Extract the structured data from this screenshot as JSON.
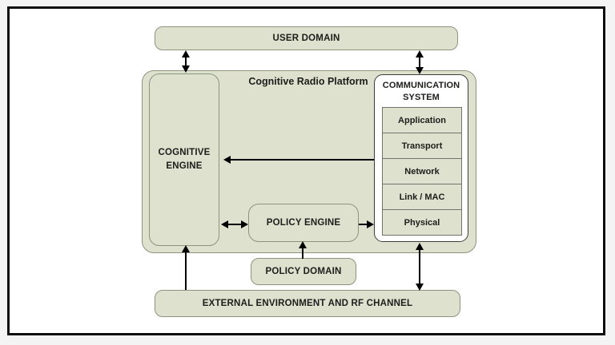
{
  "diagram": {
    "title_note": "",
    "user_domain_label": "USER DOMAIN",
    "platform_label": "Cognitive Radio Platform",
    "cognitive_engine_label": "COGNITIVE ENGINE",
    "communication_system_label": "COMMUNICATION SYSTEM",
    "layers": [
      "Application",
      "Transport",
      "Network",
      "Link / MAC",
      "Physical"
    ],
    "policy_engine_label": "POLICY ENGINE",
    "policy_domain_label": "POLICY DOMAIN",
    "external_environment_label": "EXTERNAL ENVIRONMENT AND RF CHANNEL",
    "colors": {
      "box_fill": "#dde1ce",
      "box_border": "#8d947e",
      "white_box_border": "#3c3c3c",
      "frame_border": "#0f0f0f",
      "arrow": "#000000",
      "text": "#1d1d1b"
    }
  }
}
